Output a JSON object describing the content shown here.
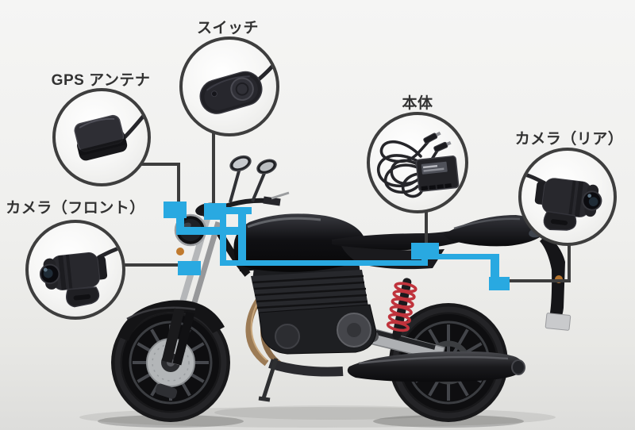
{
  "colors": {
    "accent_blue": "#29a9e1",
    "callout_line": "#3d3d3d",
    "label_text": "#323232",
    "bg_top": "#f5f5f4",
    "bg_mid": "#efefed",
    "bg_bottom": "#dddddb"
  },
  "callouts": [
    {
      "id": "switch",
      "label": "スイッチ",
      "icon": "switch-remote-icon"
    },
    {
      "id": "gps-antenna",
      "label": "GPS アンテナ",
      "icon": "gps-antenna-icon"
    },
    {
      "id": "camera-front",
      "label": "カメラ（フロント）",
      "icon": "camera-front-icon"
    },
    {
      "id": "main-unit",
      "label": "本体",
      "icon": "main-unit-icon"
    },
    {
      "id": "camera-rear",
      "label": "カメラ（リア）",
      "icon": "camera-rear-icon"
    }
  ]
}
